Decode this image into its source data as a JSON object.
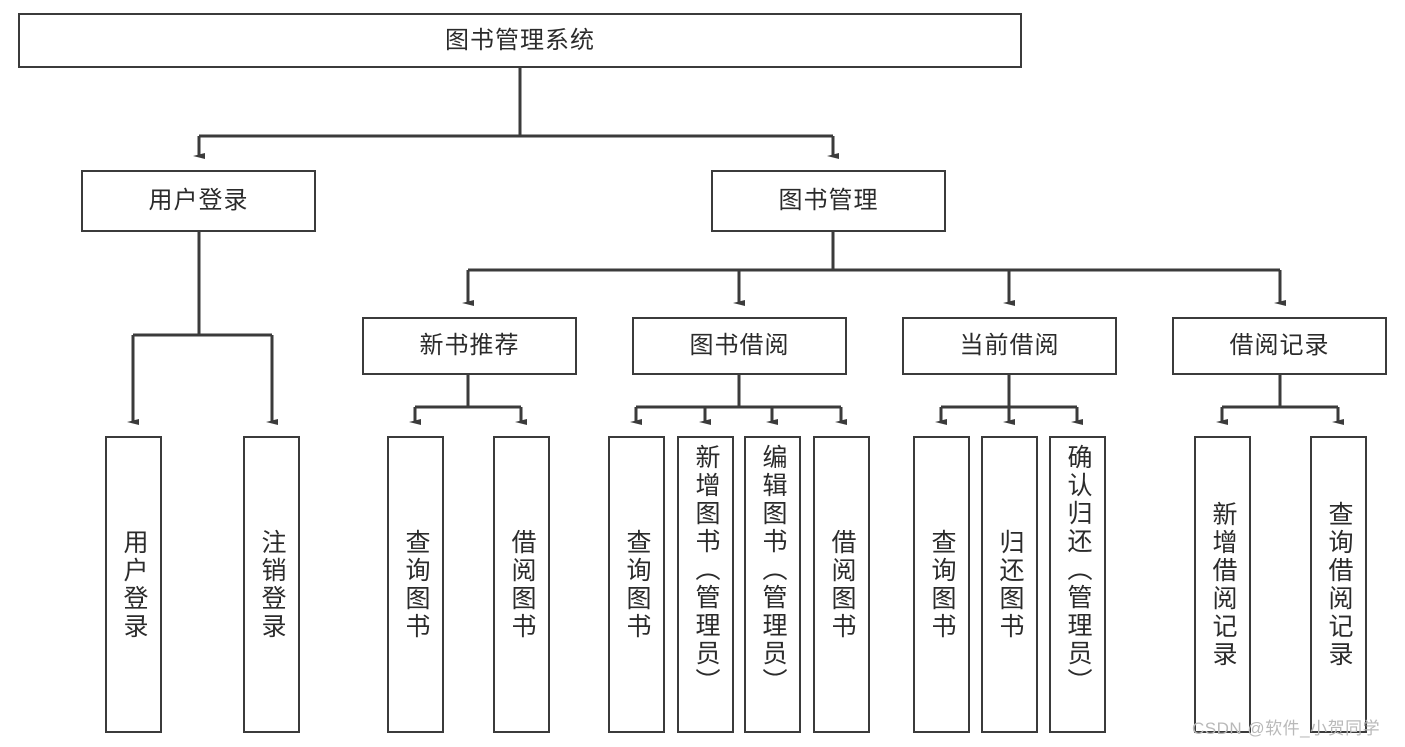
{
  "diagram": {
    "title": "图书管理系统",
    "root": {
      "id": "root",
      "label": "图书管理系统"
    },
    "level2": [
      {
        "id": "user-login",
        "label": "用户登录"
      },
      {
        "id": "book-management",
        "label": "图书管理"
      }
    ],
    "level3": [
      {
        "id": "new-book-recommend",
        "label": "新书推荐"
      },
      {
        "id": "book-borrow",
        "label": "图书借阅"
      },
      {
        "id": "current-borrow",
        "label": "当前借阅"
      },
      {
        "id": "borrow-record",
        "label": "借阅记录"
      }
    ],
    "leaves": {
      "user_login": [
        {
          "id": "leaf-user-login",
          "label": "用户登录"
        },
        {
          "id": "leaf-logout-login",
          "label": "注销登录"
        }
      ],
      "new_book_recommend": [
        {
          "id": "leaf-query-book-1",
          "label": "查询图书"
        },
        {
          "id": "leaf-borrow-book-1",
          "label": "借阅图书"
        }
      ],
      "book_borrow": [
        {
          "id": "leaf-query-book-2",
          "label": "查询图书"
        },
        {
          "id": "leaf-add-book",
          "label": "新增图书（管理员）"
        },
        {
          "id": "leaf-edit-book",
          "label": "编辑图书（管理员）"
        },
        {
          "id": "leaf-borrow-book-2",
          "label": "借阅图书"
        }
      ],
      "current_borrow": [
        {
          "id": "leaf-query-book-3",
          "label": "查询图书"
        },
        {
          "id": "leaf-return-book",
          "label": "归还图书"
        },
        {
          "id": "leaf-confirm-return",
          "label": "确认归还（管理员）"
        }
      ],
      "borrow_record": [
        {
          "id": "leaf-add-record",
          "label": "新增借阅记录"
        },
        {
          "id": "leaf-query-record",
          "label": "查询借阅记录"
        }
      ]
    }
  },
  "watermark": {
    "text": "CSDN @软件_小贺同学"
  },
  "colors": {
    "border": "#3b3b3b",
    "text": "#2b2b2b",
    "background": "#ffffff",
    "connector": "#3b3b3b",
    "watermark": "#b9b9b9"
  }
}
